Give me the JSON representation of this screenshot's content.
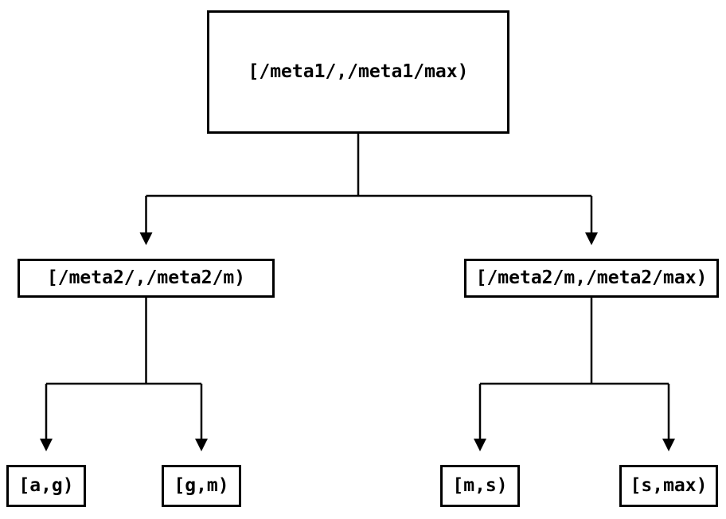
{
  "diagram": {
    "type": "tree",
    "nodes": {
      "root": {
        "label": "[/meta1/,/meta1/max)"
      },
      "meta2_left": {
        "label": "[/meta2/,/meta2/m)"
      },
      "meta2_right": {
        "label": "[/meta2/m,/meta2/max)"
      },
      "leaf_ag": {
        "label": "[a,g)"
      },
      "leaf_gm": {
        "label": "[g,m)"
      },
      "leaf_ms": {
        "label": "[m,s)"
      },
      "leaf_smax": {
        "label": "[s,max)"
      }
    },
    "edges": [
      {
        "from": "root",
        "to": "meta2_left"
      },
      {
        "from": "root",
        "to": "meta2_right"
      },
      {
        "from": "meta2_left",
        "to": "leaf_ag"
      },
      {
        "from": "meta2_left",
        "to": "leaf_gm"
      },
      {
        "from": "meta2_right",
        "to": "leaf_ms"
      },
      {
        "from": "meta2_right",
        "to": "leaf_smax"
      }
    ],
    "colors": {
      "stroke": "#000000",
      "text": "#000000",
      "background": "#ffffff"
    }
  }
}
